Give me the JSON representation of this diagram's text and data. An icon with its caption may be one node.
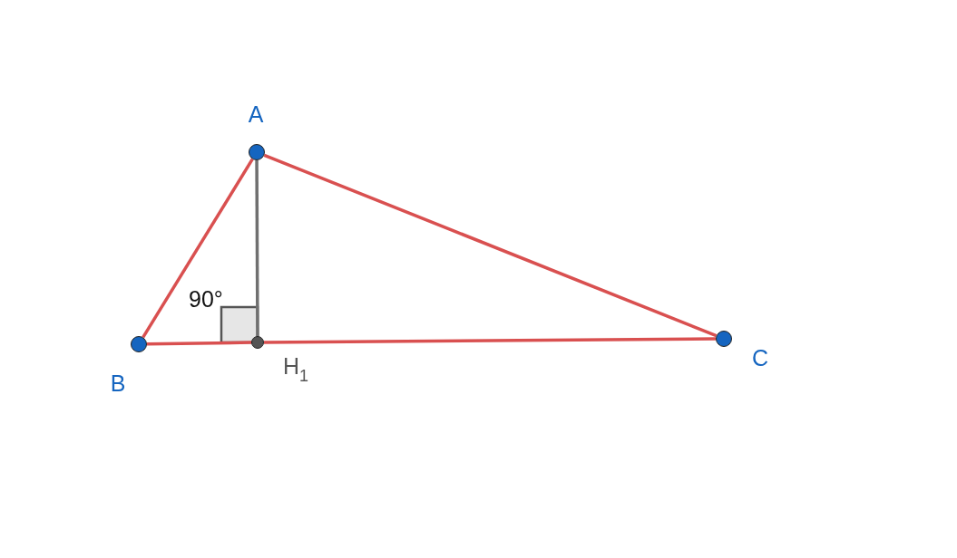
{
  "diagram": {
    "nodes": [
      {
        "text": [
          "A"
        ]
      },
      {
        "text": [
          "B"
        ]
      },
      {
        "text": [
          "C"
        ]
      },
      {
        "text": [
          "H$_{1}$"
        ]
      }
    ],
    "edges": [
      {
        "from": 0,
        "to": 1,
        "arrow": "none"
      },
      {
        "from": 0,
        "to": 2,
        "arrow": "none"
      },
      {
        "from": 1,
        "to": 3,
        "arrow": "none"
      },
      {
        "from": 3,
        "to": 2,
        "arrow": "none"
      },
      {
        "from": 0,
        "to": 3,
        "arrow": "none",
        "color": "#707070"
      }
    ],
    "labels": [
      "90°"
    ]
  }
}
